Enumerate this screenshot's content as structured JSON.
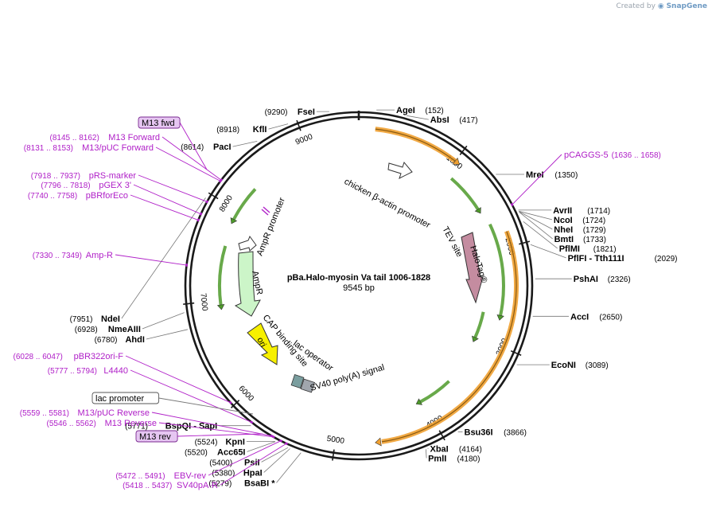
{
  "brand": {
    "prefix": "Created by",
    "name": "SnapGene"
  },
  "plasmid": {
    "name": "pBa.Halo-myosin Va tail 1006-1828",
    "length_label": "9545 bp",
    "length": 9545
  },
  "ticks": [
    {
      "label": "1000",
      "bp": 1000
    },
    {
      "label": "2000",
      "bp": 2000
    },
    {
      "label": "3000",
      "bp": 3000
    },
    {
      "label": "4000",
      "bp": 4000
    },
    {
      "label": "5000",
      "bp": 5000
    },
    {
      "label": "6000",
      "bp": 6000
    },
    {
      "label": "7000",
      "bp": 7000
    },
    {
      "label": "8000",
      "bp": 8000
    },
    {
      "label": "9000",
      "bp": 9000
    }
  ],
  "sites": [
    {
      "name": "AgeI",
      "pos": "(152)",
      "bp": 152,
      "side": "right"
    },
    {
      "name": "AbsI",
      "pos": "(417)",
      "bp": 417,
      "side": "right"
    },
    {
      "name": "MreI",
      "pos": "(1350)",
      "bp": 1350,
      "side": "right"
    },
    {
      "name": "AvrII",
      "pos": "(1714)",
      "bp": 1714,
      "side": "right"
    },
    {
      "name": "NcoI",
      "pos": "(1724)",
      "bp": 1724,
      "side": "right"
    },
    {
      "name": "NheI",
      "pos": "(1729)",
      "bp": 1729,
      "side": "right"
    },
    {
      "name": "BmtI",
      "pos": "(1733)",
      "bp": 1733,
      "side": "right"
    },
    {
      "name": "PflMI",
      "pos": "(1821)",
      "bp": 1821,
      "side": "right"
    },
    {
      "name": "PflFI - Tth111I",
      "pos": "(2029)",
      "bp": 2029,
      "side": "right"
    },
    {
      "name": "PshAI",
      "pos": "(2326)",
      "bp": 2326,
      "side": "right"
    },
    {
      "name": "AccI",
      "pos": "(2650)",
      "bp": 2650,
      "side": "right"
    },
    {
      "name": "EcoNI",
      "pos": "(3089)",
      "bp": 3089,
      "side": "right"
    },
    {
      "name": "Bsu36I",
      "pos": "(3866)",
      "bp": 3866,
      "side": "right"
    },
    {
      "name": "XbaI",
      "pos": "(4164)",
      "bp": 4164,
      "side": "right"
    },
    {
      "name": "PmlI",
      "pos": "(4180)",
      "bp": 4180,
      "side": "right"
    },
    {
      "name": "BsaBI *",
      "pos": "(5279)",
      "bp": 5279,
      "side": "left"
    },
    {
      "name": "HpaI",
      "pos": "(5380)",
      "bp": 5380,
      "side": "left"
    },
    {
      "name": "PsiI",
      "pos": "(5400)",
      "bp": 5400,
      "side": "left"
    },
    {
      "name": "Acc65I",
      "pos": "(5520)",
      "bp": 5520,
      "side": "left"
    },
    {
      "name": "KpnI",
      "pos": "(5524)",
      "bp": 5524,
      "side": "left"
    },
    {
      "name": "BspQI - SapI",
      "pos": "(5771)",
      "bp": 5771,
      "side": "left"
    },
    {
      "name": "AhdI",
      "pos": "(6780)",
      "bp": 6780,
      "side": "left"
    },
    {
      "name": "NmeAIII",
      "pos": "(6928)",
      "bp": 6928,
      "side": "left"
    },
    {
      "name": "NdeI",
      "pos": "(7951)",
      "bp": 7951,
      "side": "left"
    },
    {
      "name": "PacI",
      "pos": "(8614)",
      "bp": 8614,
      "side": "left"
    },
    {
      "name": "KflI",
      "pos": "(8918)",
      "bp": 8918,
      "side": "left"
    },
    {
      "name": "FseI",
      "pos": "(9290)",
      "bp": 9290,
      "side": "left"
    }
  ],
  "primers": [
    {
      "name": "pCAGGS-5",
      "pos": "(1636 .. 1658)",
      "bp": 1647,
      "side": "right"
    },
    {
      "name": "EBV-rev",
      "pos": "(5472 .. 5491)",
      "bp": 5481,
      "side": "left"
    },
    {
      "name": "SV40pA-R",
      "pos": "(5418 .. 5437)",
      "bp": 5427,
      "side": "left"
    },
    {
      "name": "M13 Reverse",
      "pos": "(5546 .. 5562)",
      "bp": 5554,
      "side": "left"
    },
    {
      "name": "M13/pUC Reverse",
      "pos": "(5559 .. 5581)",
      "bp": 5570,
      "side": "left"
    },
    {
      "name": "L4440",
      "pos": "(5777 .. 5794)",
      "bp": 5785,
      "side": "left"
    },
    {
      "name": "pBR322ori-F",
      "pos": "(6028 .. 6047)",
      "bp": 6037,
      "side": "left"
    },
    {
      "name": "Amp-R",
      "pos": "(7330 .. 7349)",
      "bp": 7340,
      "side": "left"
    },
    {
      "name": "pBRforEco",
      "pos": "(7740 .. 7758)",
      "bp": 7749,
      "side": "left"
    },
    {
      "name": "pGEX 3'",
      "pos": "(7796 .. 7818)",
      "bp": 7807,
      "side": "left"
    },
    {
      "name": "pRS-marker",
      "pos": "(7918 .. 7937)",
      "bp": 7927,
      "side": "left"
    },
    {
      "name": "M13/pUC Forward",
      "pos": "(8131 .. 8153)",
      "bp": 8142,
      "side": "left"
    },
    {
      "name": "M13 Forward",
      "pos": "(8145 .. 8162)",
      "bp": 8154,
      "side": "left"
    }
  ],
  "boxed_features": [
    {
      "name": "M13 fwd",
      "bp": 8145,
      "style": "purple"
    },
    {
      "name": "lac promoter",
      "bp": 5700,
      "style": "plain"
    },
    {
      "name": "M13 rev",
      "bp": 5550,
      "style": "purple"
    }
  ],
  "inner_labels": {
    "chicken_actin": "chicken β-actin promoter",
    "tev": "TEV site",
    "halotag": "HaloTag®",
    "ampr_promoter": "AmpR promoter",
    "ampr": "AmpR",
    "ori": "ori",
    "cap": "CAP binding site",
    "lac_operator": "lac operator",
    "sv40": "SV40 poly(A) signal"
  },
  "colors": {
    "primer": "#b020c8",
    "orf": "#f0a030",
    "green": "#4e9a2a",
    "ampr": "#ccf5c8",
    "halotag": "#c48ca0",
    "ori": "#f7f000",
    "backbone": "#1a1a1a"
  }
}
